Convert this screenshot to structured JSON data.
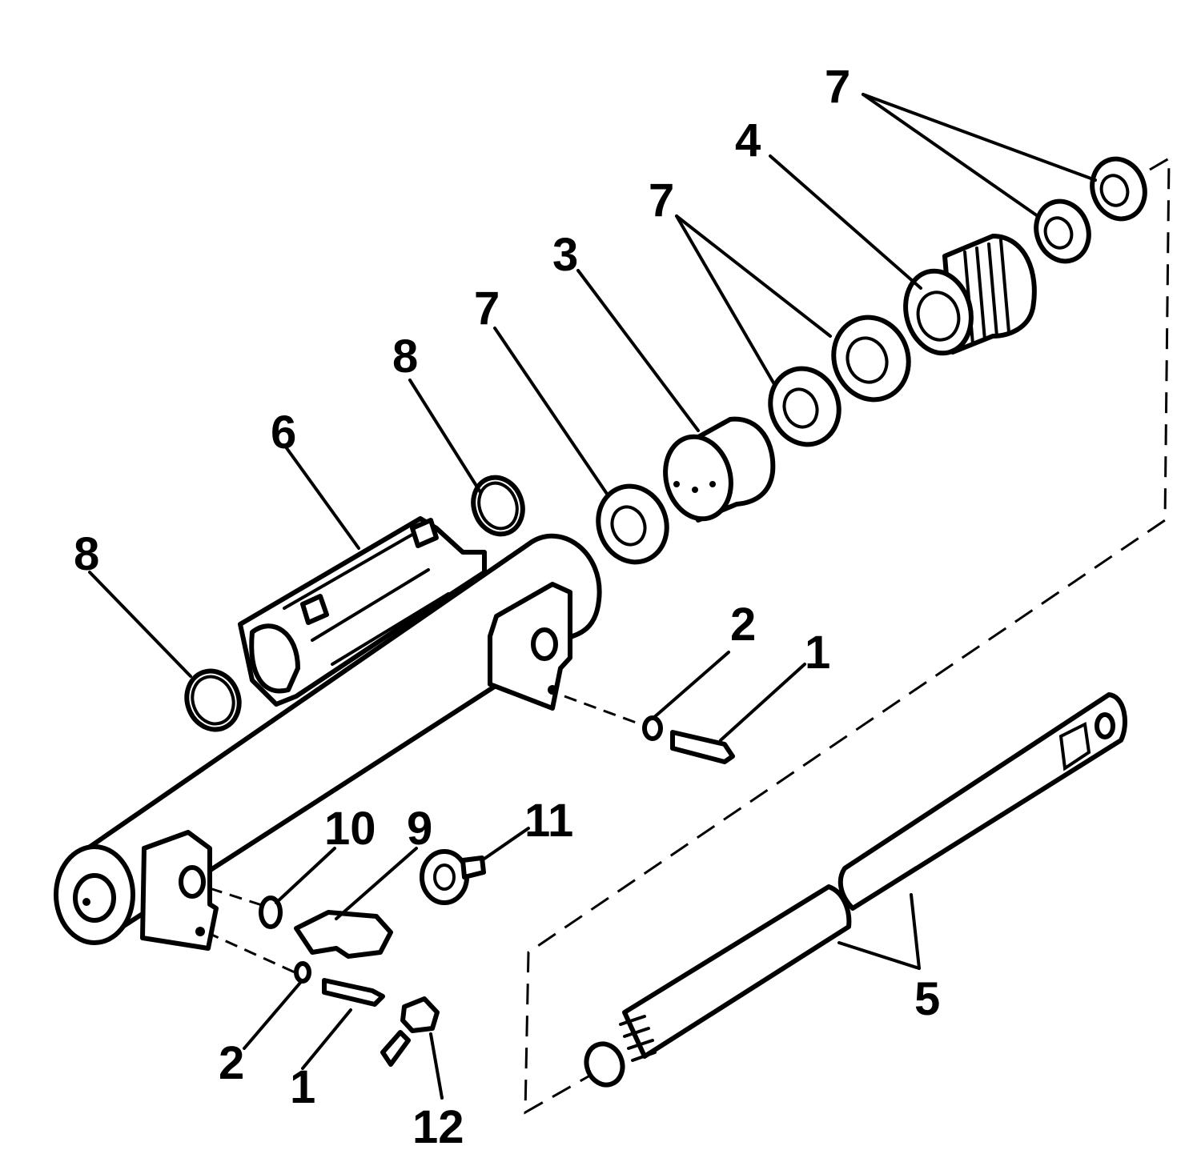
{
  "callouts": {
    "c1a": "1",
    "c1b": "1",
    "c2a": "2",
    "c2b": "2",
    "c3": "3",
    "c4": "4",
    "c5": "5",
    "c6": "6",
    "c7a": "7",
    "c7b": "7",
    "c7c": "7",
    "c8a": "8",
    "c8b": "8",
    "c9": "9",
    "c10": "10",
    "c11": "11",
    "c12": "12"
  }
}
